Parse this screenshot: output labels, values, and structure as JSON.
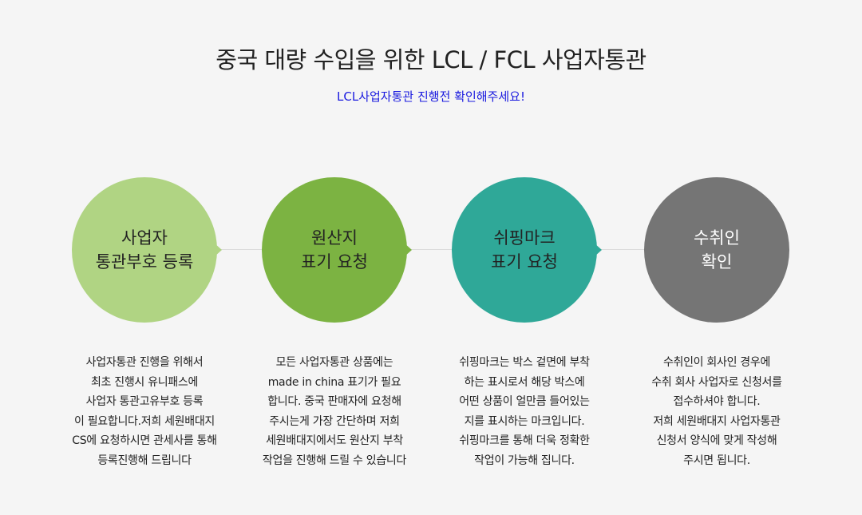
{
  "header": {
    "title": "중국 대량 수입을 위한 LCL / FCL 사업자통관",
    "subtitle": "LCL사업자통관 진행전 확인해주세요!"
  },
  "steps": [
    {
      "color": "#b0d483",
      "text_color": "#222222",
      "lines": [
        "사업자",
        "통관부호 등록"
      ],
      "desc": [
        "사업자통관 진행을 위해서",
        "최초 진행시 유니패스에",
        "사업자 통관고유부호 등록",
        "이 필요합니다.저희 세원배대지",
        "CS에 요청하시면 관세사를 통해",
        "등록진행해 드립니다"
      ]
    },
    {
      "color": "#7cb342",
      "text_color": "#222222",
      "lines": [
        "원산지",
        "표기 요청"
      ],
      "desc": [
        "모든 사업자통관 상품에는",
        "made in china 표기가 필요",
        "합니다. 중국 판매자에 요청해",
        "주시는게 가장 간단하며 저희",
        "세원배대지에서도 원산지 부착",
        "작업을 진행해 드릴 수 있습니다"
      ]
    },
    {
      "color": "#2fa898",
      "text_color": "#222222",
      "lines": [
        "쉬핑마크",
        "표기 요청"
      ],
      "desc": [
        "쉬핑마크는 박스 겉면에 부착",
        "하는 표시로서 해당 박스에",
        "어떤 상품이 얼만큼 들어있는",
        "지를 표시하는 마크입니다.",
        "쉬핑마크를 통해 더욱 정확한",
        "작업이 가능해 집니다."
      ]
    },
    {
      "color": "#757575",
      "text_color": "#ffffff",
      "lines": [
        "수취인",
        "확인"
      ],
      "desc": [
        "수취인이 회사인 경우에",
        "수취 회사 사업자로 신청서를",
        "접수하셔야 합니다.",
        "저희 세원배대지 사업자통관",
        "신청서 양식에 맞게 작성해",
        "주시면 됩니다."
      ]
    }
  ]
}
